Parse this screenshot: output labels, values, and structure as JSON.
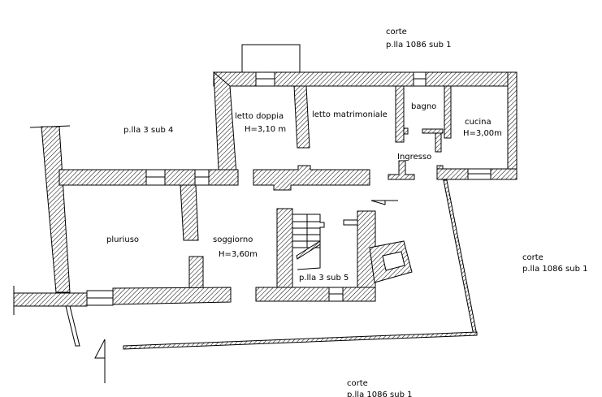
{
  "title": "Floor plan",
  "colors": {
    "line": "#000000",
    "background": "#ffffff"
  },
  "labels": {
    "corte_top": "corte",
    "plla_top": "p.lla 1086 sub 1",
    "plla_sub4": "p.lla 3 sub 4",
    "letto_doppia": "letto doppia",
    "h_letto": "H=3,10 m",
    "letto_matrimoniale": "letto matrimoniale",
    "bagno": "bagno",
    "cucina": "cucina",
    "h_cucina": "H=3,00m",
    "ingresso": "Ingresso",
    "pluriuso": "pluriuso",
    "soggiorno": "soggiorno",
    "h_soggiorno": "H=3,60m",
    "plla_sub5": "p.lla 3 sub 5",
    "corte_right": "corte",
    "plla_right": "p.lla 1086 sub 1",
    "corte_bottom": "corte",
    "plla_bottom": "p.lla 1086 sub 1"
  }
}
